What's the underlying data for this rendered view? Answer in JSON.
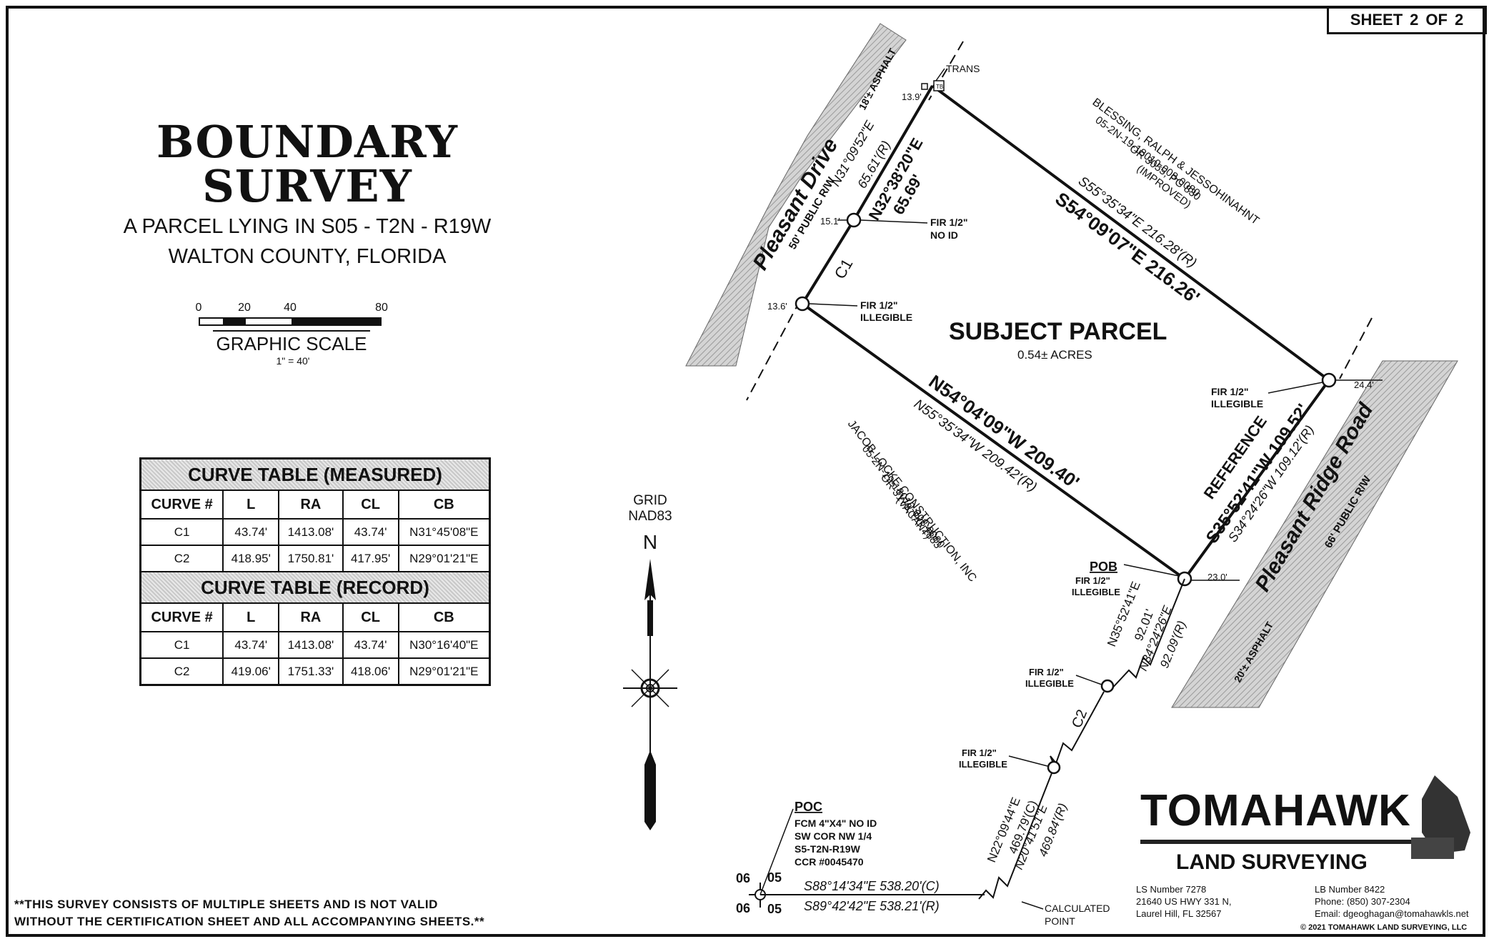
{
  "sheet": {
    "label": "SHEET",
    "number": "2",
    "of_label": "OF",
    "total": "2"
  },
  "title": {
    "main": "BOUNDARY SURVEY",
    "line1": "A PARCEL LYING IN S05 - T2N - R19W",
    "line2": "WALTON COUNTY, FLORIDA"
  },
  "scale": {
    "ticks": [
      "0",
      "20",
      "40",
      "80"
    ],
    "label": "GRAPHIC SCALE",
    "ratio": "1\" = 40'"
  },
  "curve_measured": {
    "title": "CURVE TABLE (MEASURED)",
    "headers": [
      "CURVE #",
      "L",
      "RA",
      "CL",
      "CB"
    ],
    "rows": [
      [
        "C1",
        "43.74'",
        "1413.08'",
        "43.74'",
        "N31°45'08\"E"
      ],
      [
        "C2",
        "418.95'",
        "1750.81'",
        "417.95'",
        "N29°01'21\"E"
      ]
    ]
  },
  "curve_record": {
    "title": "CURVE TABLE (RECORD)",
    "headers": [
      "CURVE #",
      "L",
      "RA",
      "CL",
      "CB"
    ],
    "rows": [
      [
        "C1",
        "43.74'",
        "1413.08'",
        "43.74'",
        "N30°16'40\"E"
      ],
      [
        "C2",
        "419.06'",
        "1751.33'",
        "418.06'",
        "N29°01'21\"E"
      ]
    ]
  },
  "north": {
    "line1": "GRID",
    "line2": "NAD83",
    "letter": "N"
  },
  "disclaimer": {
    "line1": "**THIS SURVEY CONSISTS OF MULTIPLE SHEETS AND IS NOT VALID",
    "line2": "WITHOUT THE CERTIFICATION SHEET AND ALL ACCOMPANYING SHEETS.**"
  },
  "map": {
    "road1_name": "Pleasant Drive",
    "road1_row": "50' PUBLIC R/W",
    "road1_asphalt": "18'± ASPHALT",
    "road2_name": "Pleasant Ridge Road",
    "road2_row": "66' PUBLIC R/W",
    "road2_asphalt": "20'± ASPHALT",
    "parcel_label": "SUBJECT PARCEL",
    "parcel_area": "0.54± ACRES",
    "trans": "TRANS",
    "tb": "TB",
    "north_bearing_rec": "N31°09'52\"E",
    "north_dist_rec": "65.61'(R)",
    "north_bearing": "N32°38'20\"E",
    "north_dist": "65.69'",
    "dist_139": "13.9'",
    "dist_151": "15.1'",
    "dist_136": "13.6'",
    "dist_244": "24.4'",
    "dist_230": "23.0'",
    "curve_c1": "C1",
    "curve_c2": "C2",
    "fir_noid_1": "FIR 1/2\"",
    "fir_noid_2": "NO ID",
    "fir_ill_1": "FIR 1/2\"",
    "fir_ill_2": "ILLEGIBLE",
    "east_bearing_rec": "S55°35'34\"E 216.28'(R)",
    "east_bearing": "S54°09'07\"E 216.26'",
    "owner1_line1": "BLESSING, RALPH & JESSOHINAHNT",
    "owner1_line2": "05-2N-19-18010-008-0080",
    "owner1_line3": "OR 3055, PG 830",
    "owner1_line4": "(IMPROVED)",
    "south_bearing": "N54°04'09\"W 209.40'",
    "south_bearing_rec": "N55°35'34\"W 209.42'(R)",
    "owner2_line1": "JACOB LOCKE CONSTRUCTION, INC",
    "owner2_line2": "05-2N-19-18010-008-0080",
    "owner2_line3": "OR 3178, PG 2883",
    "owner2_line4": "(VACANT)",
    "ref_label": "REFERENCE",
    "ref_bearing": "S35°52'41\"W 109.52'",
    "ref_bearing_rec": "S34°24'26\"W 109.12'(R)",
    "pob": "POB",
    "pob_dist_bearing": "N35°52'41\"E",
    "pob_dist": "92.01'",
    "pob_dist_rec_bearing": "N34°24'26\"E",
    "pob_dist_rec": "92.09'(R)",
    "poc": "POC",
    "poc_line1": "FCM 4\"X4\" NO ID",
    "poc_line2": "SW COR NW 1/4",
    "poc_line3": "S5-T2N-R19W",
    "poc_line4": "CCR #0045470",
    "poc_bearing_c": "N22°09'44\"E",
    "poc_dist_c": "469.79'(C)",
    "poc_bearing_r": "N20°41'51\"E",
    "poc_dist_r": "469.84'(R)",
    "sec_06a": "06",
    "sec_05a": "05",
    "sec_06b": "06",
    "sec_05b": "05",
    "bottom_c": "S88°14'34\"E 538.20'(C)",
    "bottom_r": "S89°42'42\"E 538.21'(R)",
    "calc_1": "CALCULATED",
    "calc_2": "POINT"
  },
  "logo": {
    "name": "TOMAHAWK",
    "sub": "LAND SURVEYING",
    "ls": "LS Number 7278",
    "addr1": "21640 US HWY 331 N,",
    "addr2": "Laurel Hill, FL 32567",
    "lb": "LB Number 8422",
    "phone": "Phone: (850) 307-2304",
    "email": "Email: dgeoghagan@tomahawkls.net",
    "copyright": "© 2021 TOMAHAWK LAND SURVEYING, LLC"
  }
}
